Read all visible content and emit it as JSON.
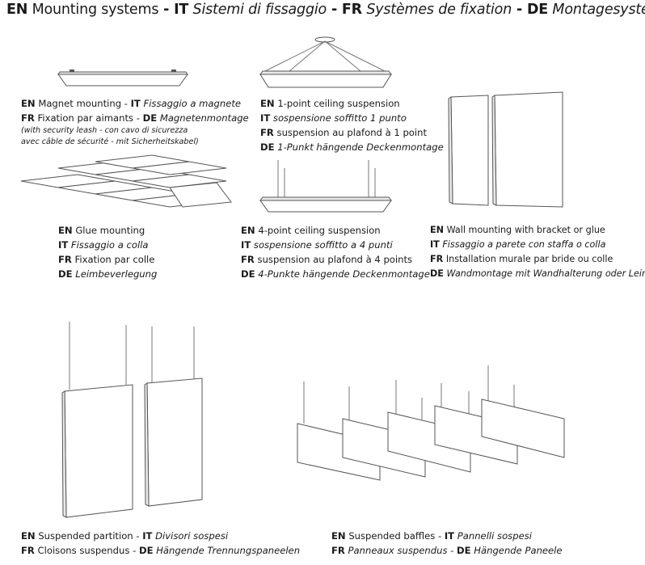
{
  "title": {
    "en_code": "EN",
    "en_text": "Mounting systems",
    "sep1": " - ",
    "it_code": "IT",
    "it_text": "Sistemi di fissaggio",
    "sep2": " - ",
    "fr_code": "FR",
    "fr_text": "Systèmes de fixation",
    "sep3": " - ",
    "de_code": "DE",
    "de_text": "Montagesysteme"
  },
  "magnet": {
    "line1": {
      "en_code": "EN",
      "en_text": "Magnet mounting  - ",
      "it_code": "IT",
      "it_text": "Fissaggio a magnete"
    },
    "line2": {
      "fr_code": "FR",
      "fr_text": "Fixation par aimants  - ",
      "de_code": "DE",
      "de_text": "Magnetenmontage"
    },
    "note1": "(with security leash - con cavo di sicurezza",
    "note2": "avec câble de sécurité - mit Sicherheitskabel)"
  },
  "one_point": {
    "en_code": "EN",
    "en_text": "1-point ceiling suspension",
    "it_code": "IT",
    "it_text": "sospensione soffitto 1 punto",
    "fr_code": "FR",
    "fr_text": "suspension au plafond à 1 point",
    "de_code": "DE",
    "de_text": "1-Punkt hängende Deckenmontage"
  },
  "glue": {
    "en_code": "EN",
    "en_text": "Glue mounting",
    "it_code": "IT",
    "it_text": "Fissaggio a colla",
    "fr_code": "FR",
    "fr_text": "Fixation par colle",
    "de_code": "DE",
    "de_text": "Leimbeverlegung"
  },
  "four_point": {
    "en_code": "EN",
    "en_text": "4-point ceiling suspension",
    "it_code": "IT",
    "it_text": "sospensione soffitto a 4 punti",
    "fr_code": "FR",
    "fr_text": "suspension au plafond à 4 points",
    "de_code": "DE",
    "de_text": "4-Punkte hängende Deckenmontage"
  },
  "wall": {
    "en_code": "EN",
    "en_text": "Wall mounting with bracket or glue",
    "it_code": "IT",
    "it_text": "Fissaggio a parete con staffa o colla",
    "fr_code": "FR",
    "fr_text": "Installation murale par bride ou colle",
    "de_code": "DE",
    "de_text": "Wandmontage mit Wandhalterung oder Leim"
  },
  "partition": {
    "line1": {
      "en_code": "EN",
      "en_text": "Suspended partition  - ",
      "it_code": "IT",
      "it_text": "Divisori sospesi"
    },
    "line2": {
      "fr_code": "FR",
      "fr_text": "Cloisons suspendus  - ",
      "de_code": "DE",
      "de_text": "Hängende Trennungspaneelen"
    }
  },
  "baffles": {
    "line1": {
      "en_code": "EN",
      "en_text": "Suspended baffles - ",
      "it_code": "IT",
      "it_text": "Pannelli sospesi"
    },
    "line2": {
      "fr_code": "FR",
      "fr_text": "Panneaux suspendus - ",
      "de_code": "DE",
      "de_text": "Hängende Paneele"
    }
  }
}
